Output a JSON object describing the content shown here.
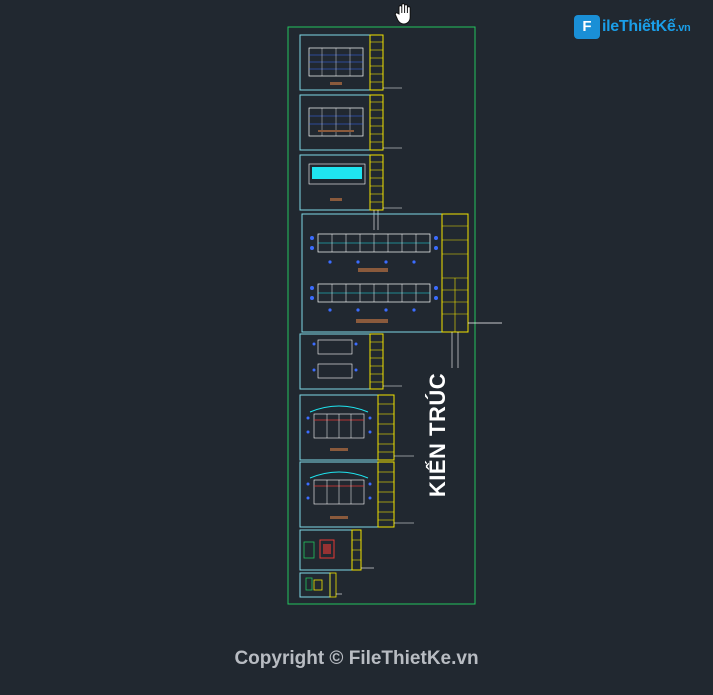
{
  "cad_view": {
    "section_label": "KIẾN TRÚC",
    "pan_tool_icon": "hand-pan-icon",
    "colors": {
      "background": "#212830",
      "frame": "#22c55e",
      "sheet_border": "#7fd8e6",
      "title_block": "#f2e400",
      "line": "#ffffff",
      "fill_cyan": "#1fe5f0",
      "accent_blue": "#3b6cff",
      "accent_red": "#e53935",
      "accent_brown": "#8a5a3c"
    }
  },
  "watermark": {
    "logo_mark": "F",
    "logo_name": "ileThiếtKế",
    "logo_suffix": ".vn",
    "copyright": "Copyright © FileThietKe.vn"
  }
}
